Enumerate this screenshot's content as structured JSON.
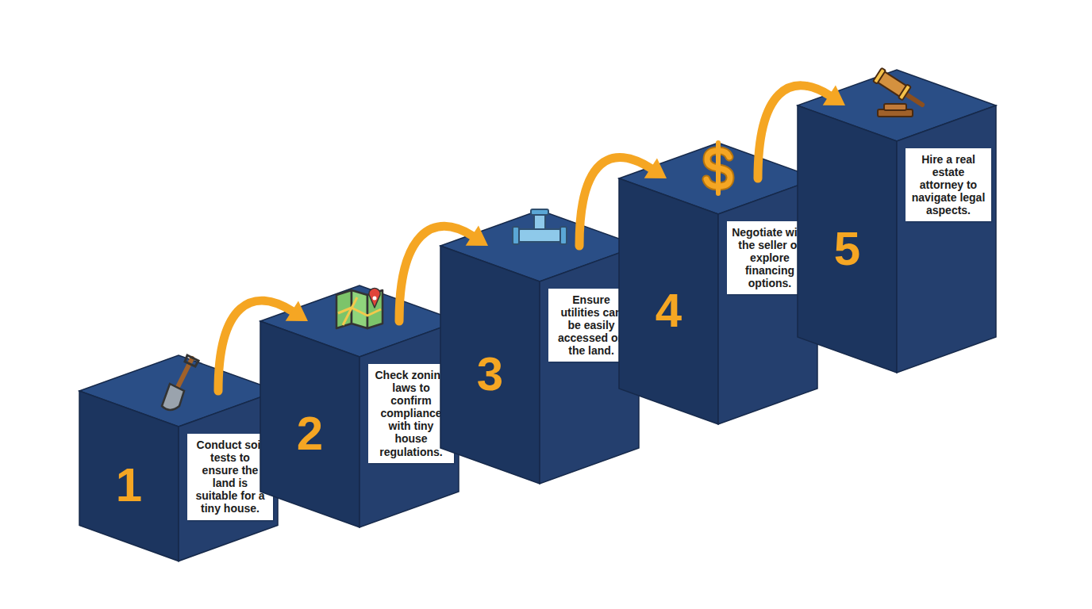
{
  "diagram": {
    "nodes": [
      {
        "text": [
          "1",
          "Conduct soil tests to ensure the land is suitable for a tiny house."
        ]
      },
      {
        "text": [
          "2",
          "Check zoning laws to confirm compliance with tiny house regulations."
        ]
      },
      {
        "text": [
          "3",
          "Ensure utilities can be easily accessed on the land."
        ]
      },
      {
        "text": [
          "4",
          "Negotiate with the seller or explore financing options."
        ]
      },
      {
        "text": [
          "5",
          "Hire a real estate attorney to navigate legal aspects."
        ]
      }
    ],
    "edges": [
      {
        "from": 0,
        "to": 1,
        "arrow": "to"
      },
      {
        "from": 1,
        "to": 2,
        "arrow": "to"
      },
      {
        "from": 2,
        "to": 3,
        "arrow": "to"
      },
      {
        "from": 3,
        "to": 4,
        "arrow": "to"
      }
    ]
  }
}
